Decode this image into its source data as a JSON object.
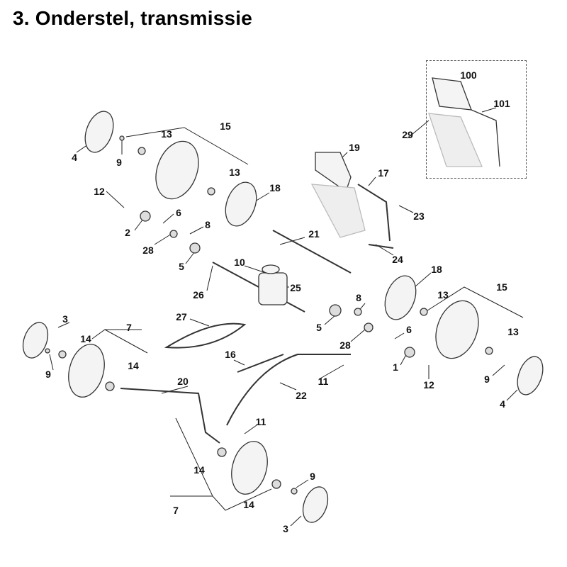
{
  "title": "3. Onderstel, transmissie",
  "labels": [
    "100",
    "101",
    "29",
    "19",
    "17",
    "23",
    "24",
    "15",
    "13",
    "13",
    "4",
    "9",
    "18",
    "12",
    "6",
    "2",
    "8",
    "28",
    "5",
    "21",
    "10",
    "25",
    "26",
    "18",
    "15",
    "13",
    "8",
    "5",
    "6",
    "28",
    "13",
    "3",
    "7",
    "14",
    "14",
    "9",
    "27",
    "16",
    "22",
    "11",
    "1",
    "12",
    "9",
    "4",
    "20",
    "11",
    "14",
    "9",
    "7",
    "14",
    "3"
  ]
}
